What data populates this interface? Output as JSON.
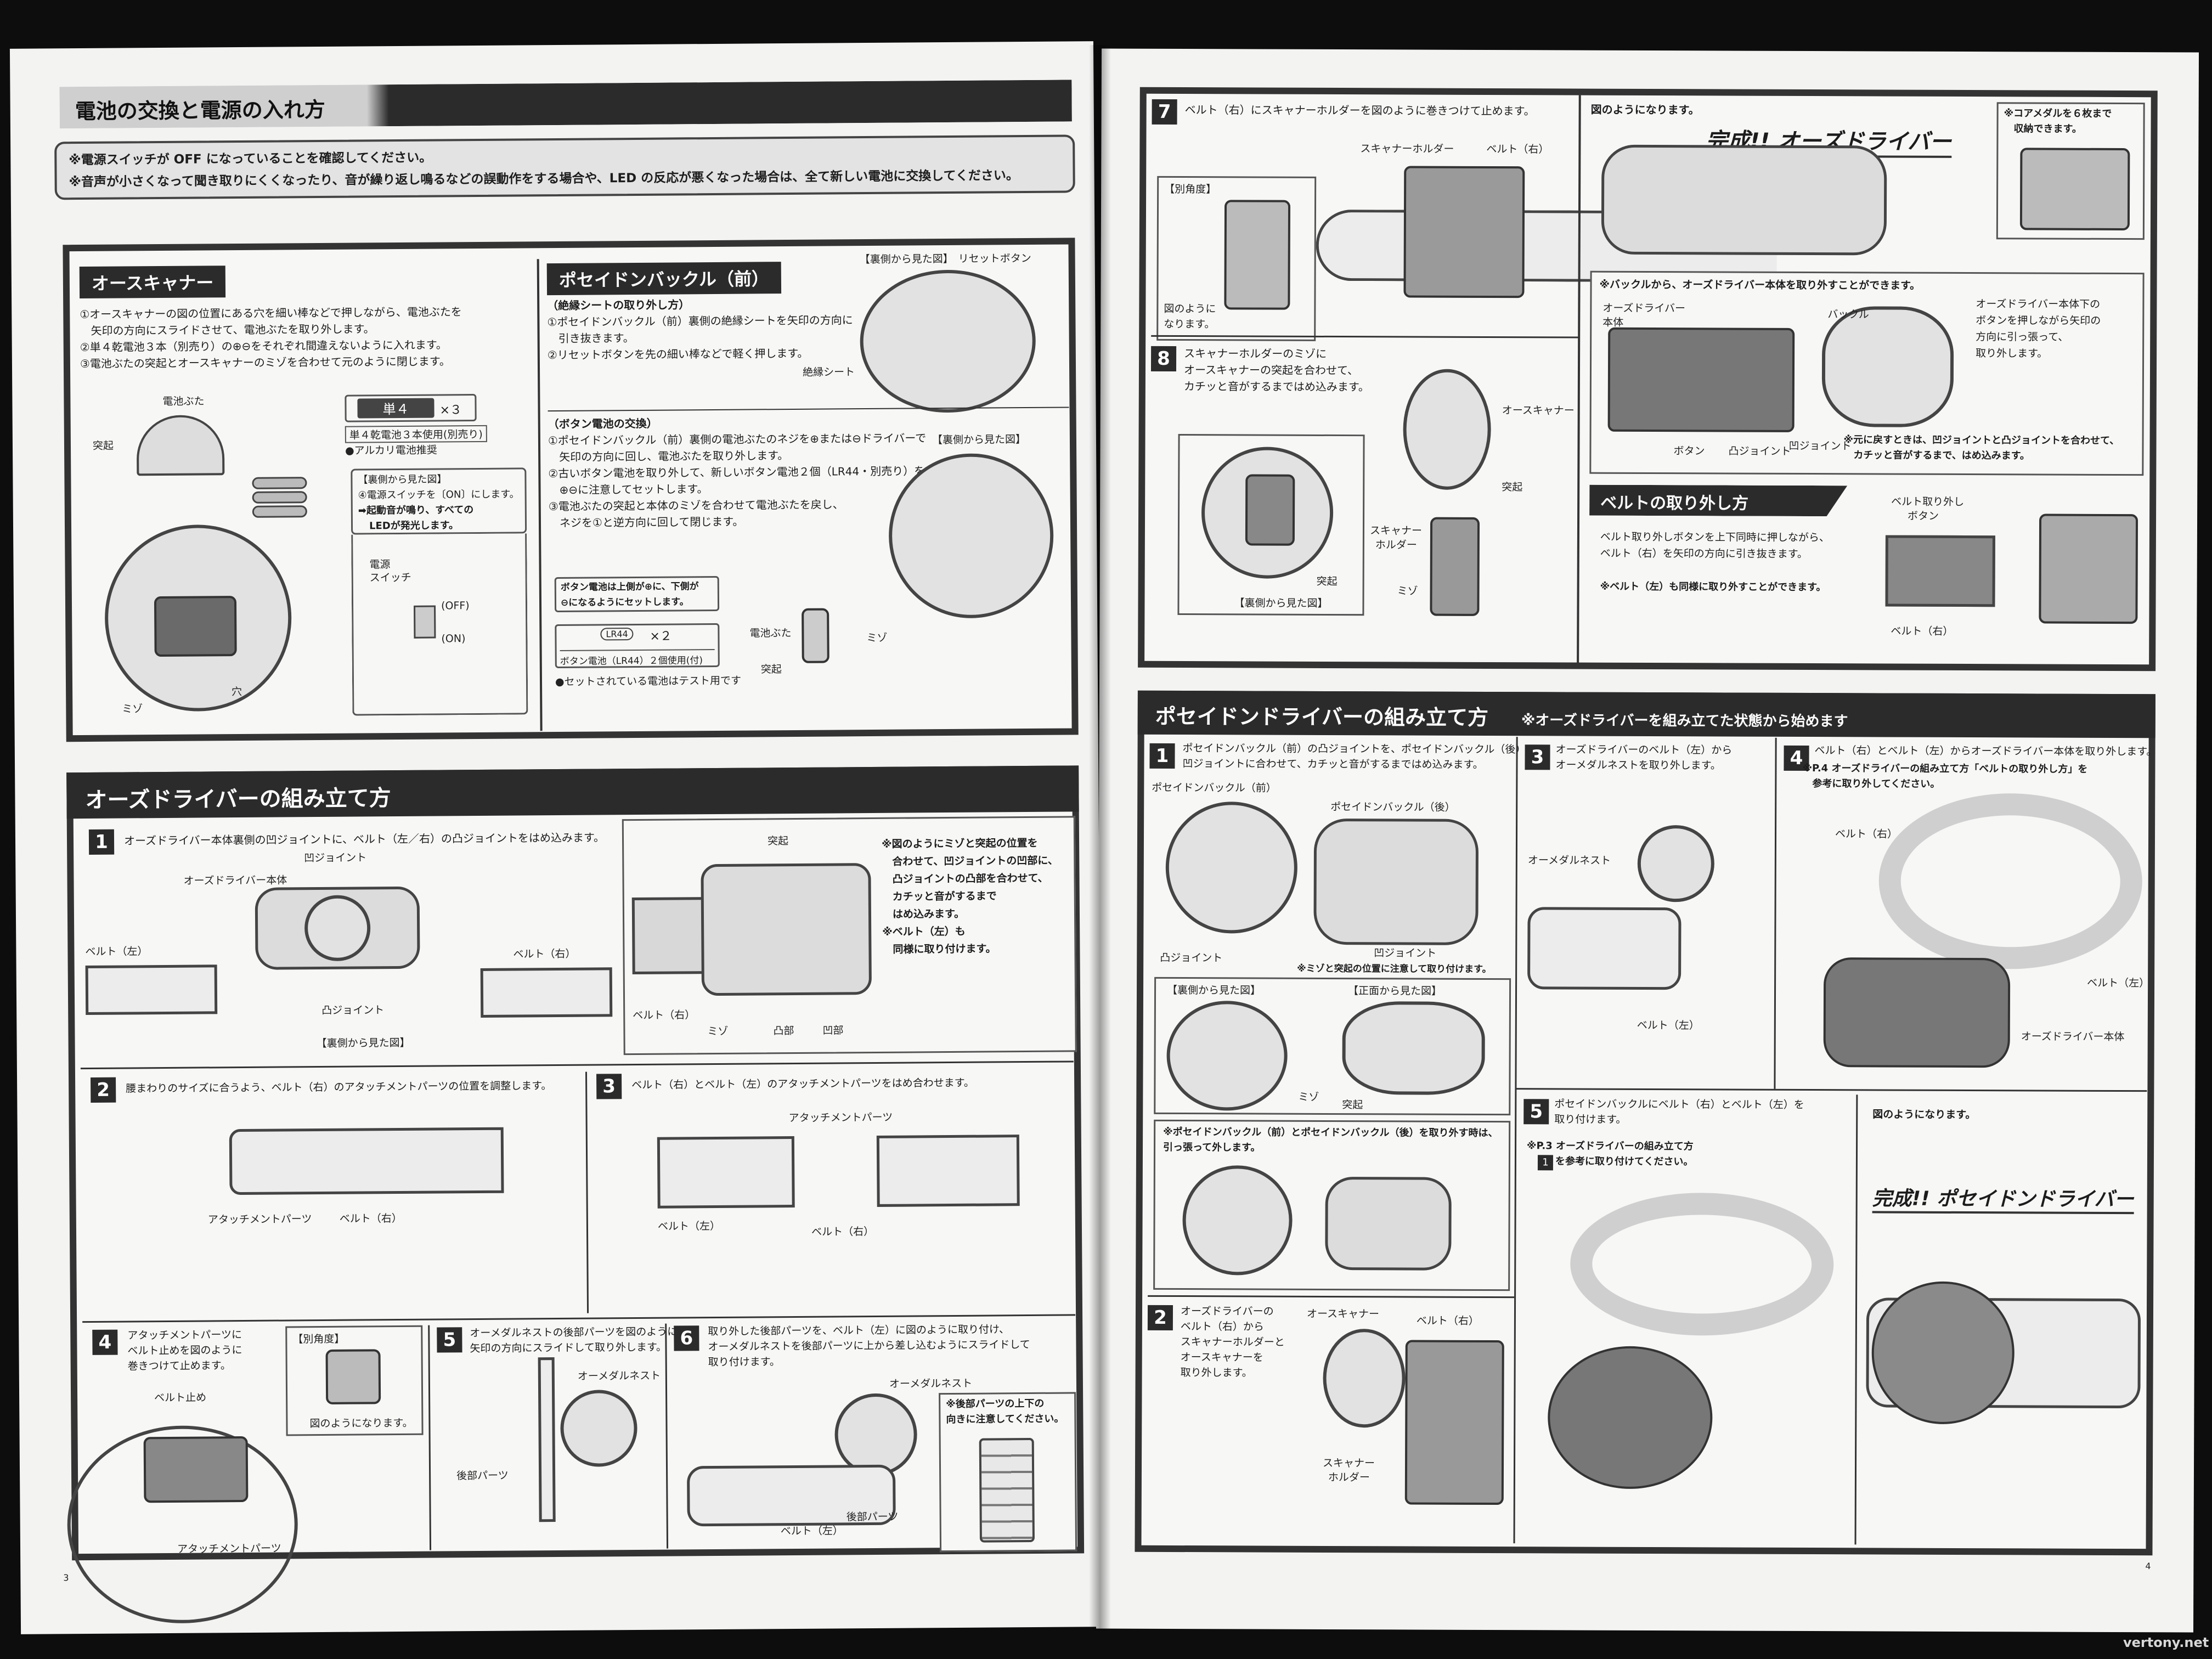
{
  "left": {
    "title": "電池の交換と電源の入れ方",
    "notes": [
      "※電源スイッチが OFF になっていることを確認してください。",
      "※音声が小さくなって聞き取りにくくなったり、音が繰り返し鳴るなどの誤動作をする場合や、LED の反応が悪くなった場合は、全て新しい電池に交換してください。"
    ],
    "scanner": {
      "title": "オースキャナー",
      "steps": [
        "①オースキャナーの図の位置にある穴を細い棒などで押しながら、電池ぶたを",
        "　矢印の方向にスライドさせて、電池ぶたを取り外します。",
        "②単４乾電池３本（別売り）の⊕⊖をそれぞれ間違えないように入れます。",
        "③電池ぶたの突起とオースキャナーのミゾを合わせて元のように閉じます。"
      ],
      "labels": {
        "cover": "電池ぶた",
        "bump": "突起",
        "hole": "穴",
        "groove": "ミゾ",
        "tan4": "単４",
        "times3": "×３",
        "tan4_note": "単４乾電池３本使用(別売り)",
        "alkaline": "●アルカリ電池推奨",
        "back_view": "【裏側から見た図】",
        "switch_on": "④電源スイッチを〔ON〕にします。",
        "sound": "➡起動音が鳴り、すべての",
        "led": "LEDが発光します。",
        "power_switch": "電源",
        "power_switch2": "スイッチ",
        "off": "(OFF)",
        "on": "(ON)"
      }
    },
    "poseidon": {
      "title": "ポセイドンバックル（前）",
      "sheet_title": "（絶縁シートの取り外し方）",
      "sheet_steps": [
        "①ポセイドンバックル（前）裏側の絶縁シートを矢印の方向に",
        "　引き抜きます。",
        "②リセットボタンを先の細い棒などで軽く押します。"
      ],
      "back_view": "【裏側から見た図】",
      "reset": "リセットボタン",
      "sheet": "絶縁シート",
      "battery_title": "（ボタン電池の交換）",
      "battery_steps": [
        "①ポセイドンバックル（前）裏側の電池ぶたのネジを⊕または⊖ドライバーで",
        "　矢印の方向に回し、電池ぶたを取り外します。",
        "②古いボタン電池を取り外して、新しいボタン電池２個（LR44・別売り）を",
        "　⊕⊖に注意してセットします。",
        "③電池ぶたの突起と本体のミゾを合わせて電池ぶたを戻し、",
        "　ネジを①と逆方向に回して閉じます。"
      ],
      "back_view2": "【裏側から見た図】",
      "caution1": "ボタン電池は上側が⊕に、下側が",
      "caution2": "⊖になるようにセットします。",
      "lr44": "LR44",
      "x2": "×２",
      "lr44_note": "ボタン電池（LR44）２個使用(付)",
      "test": "●セットされている電池はテスト用です",
      "cover": "電池ぶた",
      "bump": "突起",
      "groove": "ミゾ"
    },
    "assembly": {
      "title": "オーズドライバーの組み立て方",
      "s1": "オーズドライバー本体裏側の凹ジョイントに、ベルト（左／右）の凸ジョイントをはめ込みます。",
      "s1_labels": {
        "body": "オーズドライバー本体",
        "female": "凹ジョイント",
        "belt_l": "ベルト（左）",
        "belt_r": "ベルト（右）",
        "male": "凸ジョイント",
        "back": "【裏側から見た図】",
        "bump": "突起",
        "belt_r2": "ベルト（右）",
        "groove": "ミゾ",
        "convex": "凸部",
        "concave": "凹部"
      },
      "s1_note": [
        "※図のようにミゾと突起の位置を",
        "　合わせて、凹ジョイントの凹部に、",
        "　凸ジョイントの凸部を合わせて、",
        "　カチッと音がするまで",
        "　はめ込みます。",
        "※ベルト（左）も",
        "　同様に取り付けます。"
      ],
      "s2": "腰まわりのサイズに合うよう、ベルト（右）のアタッチメントパーツの位置を調整します。",
      "s2_labels": {
        "attach": "アタッチメントパーツ",
        "belt_r": "ベルト（右）"
      },
      "s3": "ベルト（右）とベルト（左）のアタッチメントパーツをはめ合わせます。",
      "s3_labels": {
        "attach": "アタッチメントパーツ",
        "belt_l": "ベルト（左）",
        "belt_r": "ベルト（右）"
      },
      "s4": [
        "アタッチメントパーツに",
        "ベルト止めを図のように",
        "巻きつけて止めます。"
      ],
      "s4_labels": {
        "alt": "【別角度】",
        "stop": "ベルト止め",
        "done": "図のようになります。",
        "attach": "アタッチメントパーツ"
      },
      "s5": [
        "オーメダルネストの後部パーツを図のように",
        "矢印の方向にスライドして取り外します。"
      ],
      "s5_labels": {
        "nest": "オーメダルネスト",
        "rear": "後部パーツ"
      },
      "s6": [
        "取り外した後部パーツを、ベルト（左）に図のように取り付け、",
        "オーメダルネストを後部パーツに上から差し込むようにスライドして",
        "取り付けます。"
      ],
      "s6_labels": {
        "nest": "オーメダルネスト",
        "rear": "後部パーツ",
        "belt_l": "ベルト（左）"
      },
      "s6_note": [
        "※後部パーツの上下の",
        "向きに注意してください。"
      ]
    },
    "page_num": "3"
  },
  "right": {
    "s7": "ベルト（右）にスキャナーホルダーを図のように巻きつけて止めます。",
    "s7_labels": {
      "holder": "スキャナーホルダー",
      "belt_r": "ベルト（右）",
      "alt": "【別角度】",
      "done1": "図のように",
      "done2": "なります。"
    },
    "s8": [
      "スキャナーホルダーのミゾに",
      "オースキャナーの突起を合わせて、",
      "カチッと音がするまではめ込みます。"
    ],
    "s8_labels": {
      "scanner": "オースキャナー",
      "bump": "突起",
      "holder1": "スキャナー",
      "holder2": "ホルダー",
      "groove": "ミゾ",
      "back": "【裏側から見た図】",
      "bump2": "突起"
    },
    "result": "図のようになります。",
    "complete_oz": "完成!! オーズドライバー",
    "medal_note": [
      "※コアメダルを６枚まで",
      "　収納できます。"
    ],
    "buckle_note": "※バックルから、オーズドライバー本体を取り外すことができます。",
    "buckle_labels": {
      "body1": "オーズドライバー",
      "body2": "本体",
      "buckle": "バックル",
      "female": "凹ジョイント",
      "button": "ボタン",
      "male": "凸ジョイント"
    },
    "buckle_instr": [
      "オーズドライバー本体下の",
      "ボタンを押しながら矢印の",
      "方向に引っ張って、",
      "取り外します。"
    ],
    "reattach": [
      "※元に戻すときは、凹ジョイントと凸ジョイントを合わせて、",
      "　カチッと音がするまで、はめ込みます。"
    ],
    "belt_remove_title": "ベルトの取り外し方",
    "belt_remove": [
      "ベルト取り外しボタンを上下同時に押しながら、",
      "ベルト（右）を矢印の方向に引き抜きます。"
    ],
    "belt_remove_note": "※ベルト（左）も同様に取り外すことができます。",
    "belt_remove_labels": {
      "btn1": "ベルト取り外し",
      "btn2": "ボタン",
      "belt_r": "ベルト（右）"
    },
    "poseidon_title": "ポセイドンドライバーの組み立て方",
    "poseidon_note": "※オーズドライバーを組み立てた状態から始めます",
    "p1": [
      "ポセイドンバックル（前）の凸ジョイントを、ポセイドンバックル（後）の",
      "凹ジョイントに合わせて、カチッと音がするまではめ込みます。"
    ],
    "p1_labels": {
      "front": "ポセイドンバックル（前）",
      "rear": "ポセイドンバックル（後）",
      "male": "凸ジョイント",
      "female": "凹ジョイント",
      "align": "※ミゾと突起の位置に注意して取り付けます。",
      "back": "【裏側から見た図】",
      "front_view": "【正面から見た図】",
      "groove": "ミゾ",
      "bump": "突起"
    },
    "p1_remove": [
      "※ポセイドンバックル（前）とポセイドンバックル（後）を取り外す時は、",
      "引っ張って外します。"
    ],
    "p2": [
      "オーズドライバーの",
      "ベルト（右）から",
      "スキャナーホルダーと",
      "オースキャナーを",
      "取り外します。"
    ],
    "p2_labels": {
      "scanner": "オースキャナー",
      "belt_r": "ベルト（右）",
      "holder1": "スキャナー",
      "holder2": "ホルダー"
    },
    "p3": [
      "オーズドライバーのベルト（左）から",
      "オーメダルネストを取り外します。"
    ],
    "p3_labels": {
      "nest": "オーメダルネスト",
      "belt_l": "ベルト（左）"
    },
    "p4": "ベルト（右）とベルト（左）からオーズドライバー本体を取り外します。",
    "p4_note": [
      "※P.4 オーズドライバーの組み立て方「ベルトの取り外し方」を",
      "参考に取り外してください。"
    ],
    "p4_labels": {
      "belt_r": "ベルト（右）",
      "belt_l": "ベルト（左）",
      "body": "オーズドライバー本体"
    },
    "p5": [
      "ポセイドンバックルにベルト（右）とベルト（左）を",
      "取り付けます。"
    ],
    "p5_note": [
      "※P.3 オーズドライバーの組み立て方",
      "を参考に取り付けてください。"
    ],
    "p5_ref": "1",
    "result2": "図のようになります。",
    "complete_poseidon": "完成!! ポセイドンドライバー",
    "page_num": "4"
  },
  "watermark": "vertony.net"
}
